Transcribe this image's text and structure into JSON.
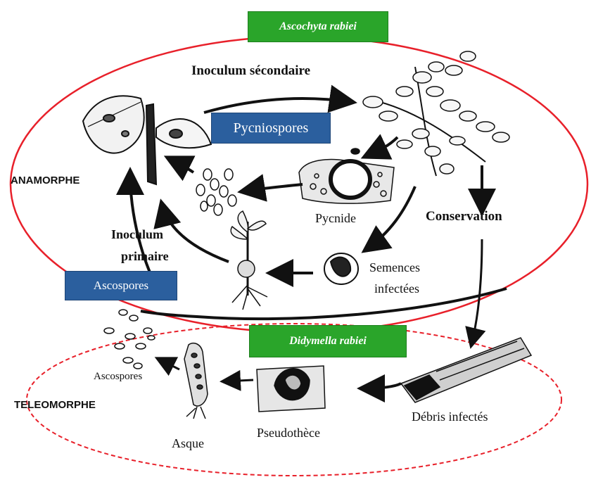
{
  "title_top": "Ascochyta rabiei",
  "title_bottom": "Didymella rabiei",
  "phase_anamorph": "ANAMORPHE",
  "phase_teleomorph": "TELEOMORPHE",
  "labels": {
    "inoculum_secondaire": "Inoculum  sécondaire",
    "inoculum_primaire_1": "Inoculum",
    "inoculum_primaire_2": "primaire",
    "conservation": "Conservation",
    "pycnide": "Pycnide",
    "semences_1": "Semences",
    "semences_2": "infectées",
    "debris": "Débris infectés",
    "pseudotheque": "Pseudothèce",
    "asque": "Asque",
    "ascospores_small": "Ascospores"
  },
  "badges": {
    "pycniospores": "Pycniospores",
    "ascospores": "Ascospores"
  },
  "colors": {
    "cycle_red": "#e8202a",
    "green_box": "#2aa52a",
    "blue_box": "#2b5f9e"
  }
}
